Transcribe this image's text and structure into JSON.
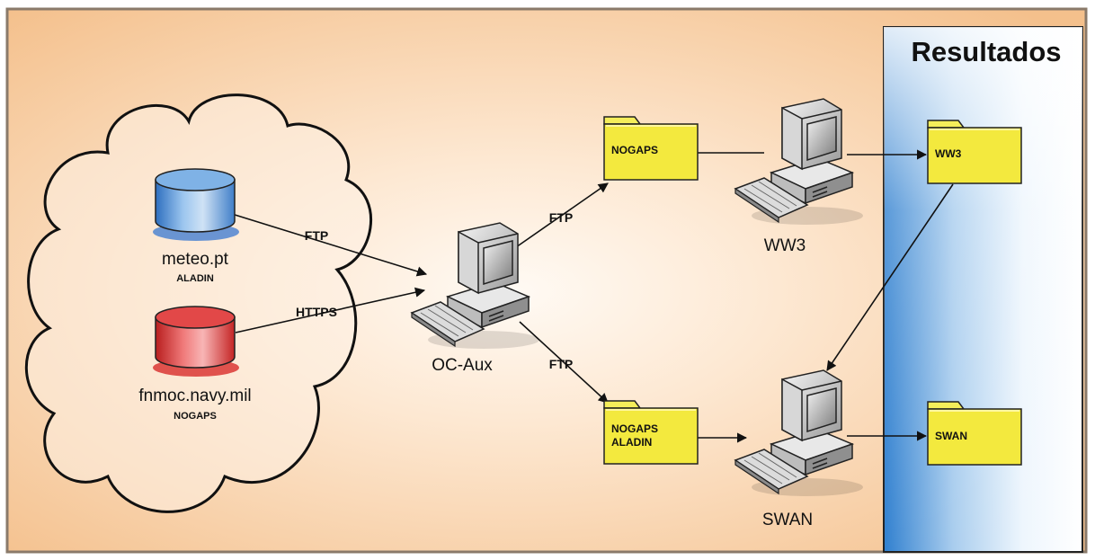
{
  "results_panel": {
    "title": "Resultados"
  },
  "sources": [
    {
      "name": "meteo.pt",
      "model": "ALADIN",
      "color": "#4f8fd6"
    },
    {
      "name": "fnmoc.navy.mil",
      "model": "NOGAPS",
      "color": "#d92b2b"
    }
  ],
  "protocols": {
    "meteo_link": "FTP",
    "navy_link": "HTTPS",
    "to_ww3_folder": "FTP",
    "to_swan_folder": "FTP"
  },
  "hub": {
    "name": "OC-Aux"
  },
  "input_folders": {
    "ww3": [
      "NOGAPS"
    ],
    "swan": [
      "NOGAPS",
      "ALADIN"
    ]
  },
  "models": {
    "ww3": "WW3",
    "swan": "SWAN"
  },
  "result_folders": {
    "ww3": "WW3",
    "swan": "SWAN"
  },
  "colors": {
    "background_warm": "#f6c99b",
    "background_light": "#fdf3e8",
    "folder_fill": "#f3e93e",
    "panel_blue": "#3e8fd6"
  }
}
